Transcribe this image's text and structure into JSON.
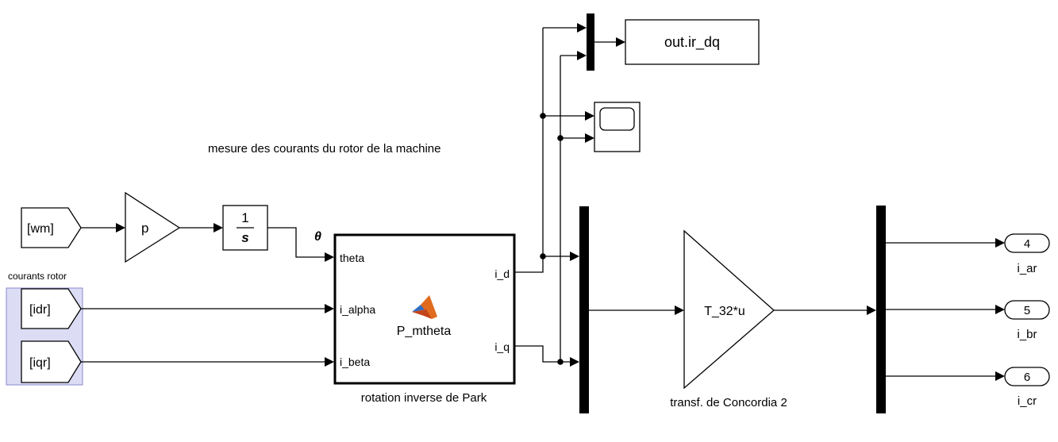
{
  "annotation": "mesure des courants du rotor de la machine",
  "from_tags": {
    "wm": "[wm]",
    "idr": "[idr]",
    "iqr": "[iqr]"
  },
  "group_area_label": "courants rotor",
  "gain_p": "p",
  "integrator": {
    "numerator": "1",
    "denominator": "s"
  },
  "theta_signal": "θ",
  "park_block": {
    "name": "P_mtheta",
    "caption": "rotation inverse de Park",
    "inputs": [
      "theta",
      "i_alpha",
      "i_beta"
    ],
    "outputs": [
      "i_d",
      "i_q"
    ]
  },
  "to_workspace": "out.ir_dq",
  "concordia": {
    "expr": "T_32*u",
    "caption": "transf. de Concordia 2"
  },
  "outports": [
    {
      "num": "4",
      "name": "i_ar"
    },
    {
      "num": "5",
      "name": "i_br"
    },
    {
      "num": "6",
      "name": "i_cr"
    }
  ],
  "colors": {
    "group_area": "#dcdcf5",
    "group_border": "#8a8ad0",
    "matlab_orange": "#e06b1f",
    "matlab_blue": "#2f6ec2"
  }
}
